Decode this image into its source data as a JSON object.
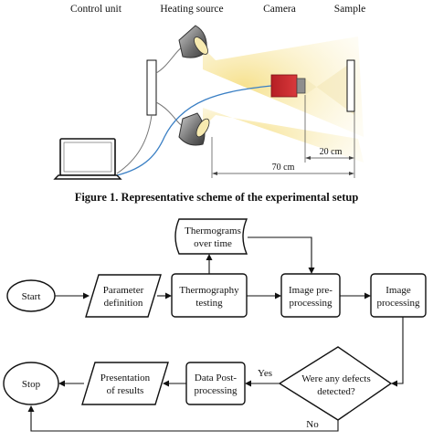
{
  "setup": {
    "labels": {
      "control_unit": "Control unit",
      "heating_source": "Heating source",
      "camera": "Camera",
      "sample": "Sample"
    },
    "measurements": {
      "near": "20 cm",
      "far": "70 cm"
    },
    "caption": "Figure 1. Representative scheme of the experimental setup"
  },
  "flowchart": {
    "start": "Start",
    "parameter_definition": [
      "Parameter",
      "definition"
    ],
    "thermography_testing": [
      "Thermography",
      "testing"
    ],
    "thermograms": [
      "Thermograms",
      "over time"
    ],
    "image_preprocessing": [
      "Image pre-",
      "processing"
    ],
    "image_processing": [
      "Image",
      "processing"
    ],
    "decision": [
      "Were any defects",
      "detected?"
    ],
    "data_postprocessing": [
      "Data Post-",
      "processing"
    ],
    "presentation": [
      "Presentation",
      "of results"
    ],
    "stop": "Stop",
    "yes": "Yes",
    "no": "No"
  },
  "colors": {
    "camera_body": "#c8262b",
    "light_beam": "#f7e7a0",
    "cable_blue": "#3a7fc4",
    "lamp_shell": "#777777"
  }
}
